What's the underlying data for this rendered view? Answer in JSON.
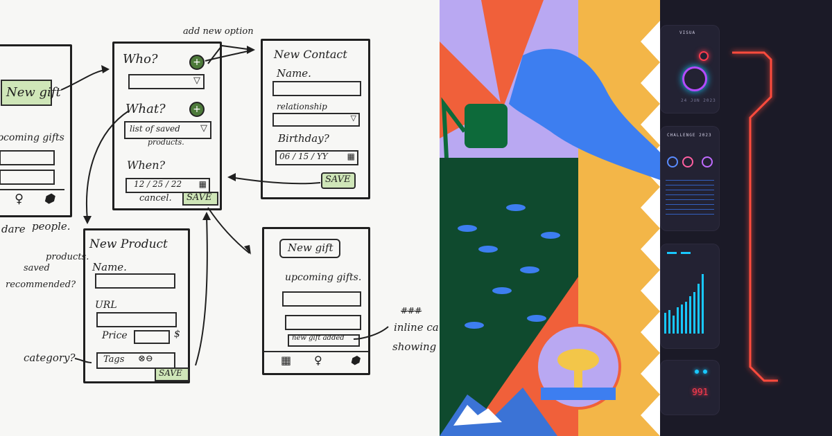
{
  "sketch": {
    "left_frame": {
      "new_gift_btn": "New gift",
      "upcoming": "upcoming gifts"
    },
    "annotations": {
      "add_new_option": "add new option",
      "people": "people.",
      "products": "products.",
      "saved": "saved",
      "recommended": "recommended?",
      "category": "category?",
      "inline_card_1": "inline ca",
      "inline_card_2": "showing",
      "scribble": "###",
      "grid_stub": "dare"
    },
    "who_frame": {
      "who": "Who?",
      "what": "What?",
      "saved_list_1": "list of saved",
      "saved_list_2": "products.",
      "when": "When?",
      "date": "12 / 25 / 22",
      "cancel": "cancel.",
      "save": "SAVE"
    },
    "contact_frame": {
      "title": "New Contact",
      "name": "Name.",
      "relationship": "relationship",
      "birthday": "Birthday?",
      "date": "06 / 15 / YY",
      "save": "SAVE"
    },
    "product_frame": {
      "title": "New Product",
      "name": "Name.",
      "url": "URL",
      "price": "Price",
      "currency": "$",
      "tags": "Tags",
      "save": "SAVE"
    },
    "gift_frame": {
      "button": "New gift",
      "upcoming": "upcoming gifts.",
      "inline_card": "new gift added"
    }
  },
  "neon": {
    "brand": "VISUA",
    "caption1": "24 JUN 2023",
    "caption2": "CHALLENGE 2023",
    "counter": "991"
  },
  "colors": {
    "sketch_green": "#cfe6b8",
    "illus_purple": "#b9a8f2",
    "illus_orange": "#f0603a",
    "illus_green": "#0f4a2e",
    "illus_blue": "#3d7ef0",
    "illus_yellow": "#f3b648",
    "neon_red": "#ff3b4e",
    "neon_cyan": "#19c8ff"
  }
}
